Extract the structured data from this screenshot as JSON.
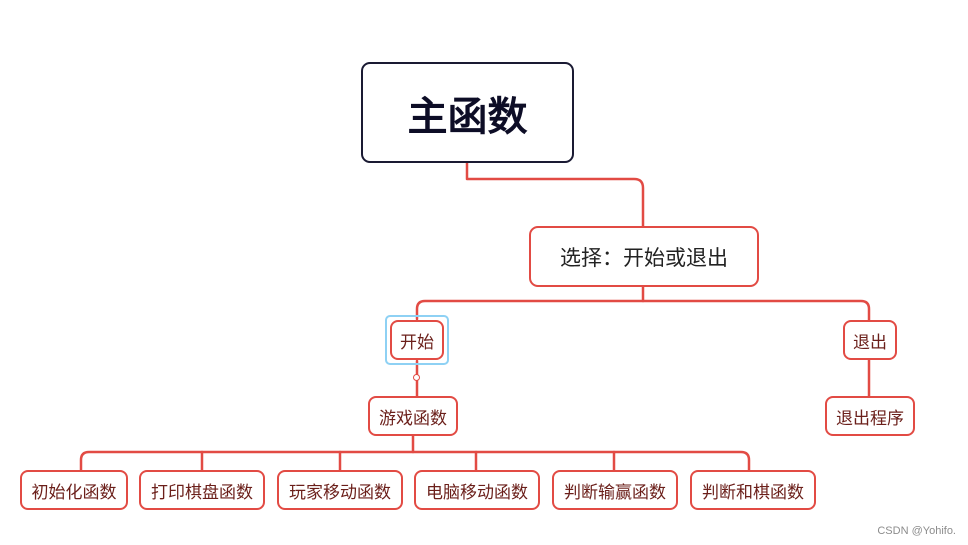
{
  "diagram": {
    "root": {
      "label": "主函数"
    },
    "choice": {
      "label": "选择：开始或退出"
    },
    "branches": {
      "start": {
        "label": "开始",
        "child": {
          "label": "游戏函数",
          "children": [
            "初始化函数",
            "打印棋盘函数",
            "玩家移动函数",
            "电脑移动函数",
            "判断输赢函数",
            "判断和棋函数"
          ]
        }
      },
      "exit": {
        "label": "退出",
        "child": {
          "label": "退出程序"
        }
      }
    }
  },
  "colors": {
    "connector": "#e24b44",
    "root_border": "#1a1a33",
    "selection": "#8ed1f4"
  },
  "watermark": "CSDN @Yohifo."
}
